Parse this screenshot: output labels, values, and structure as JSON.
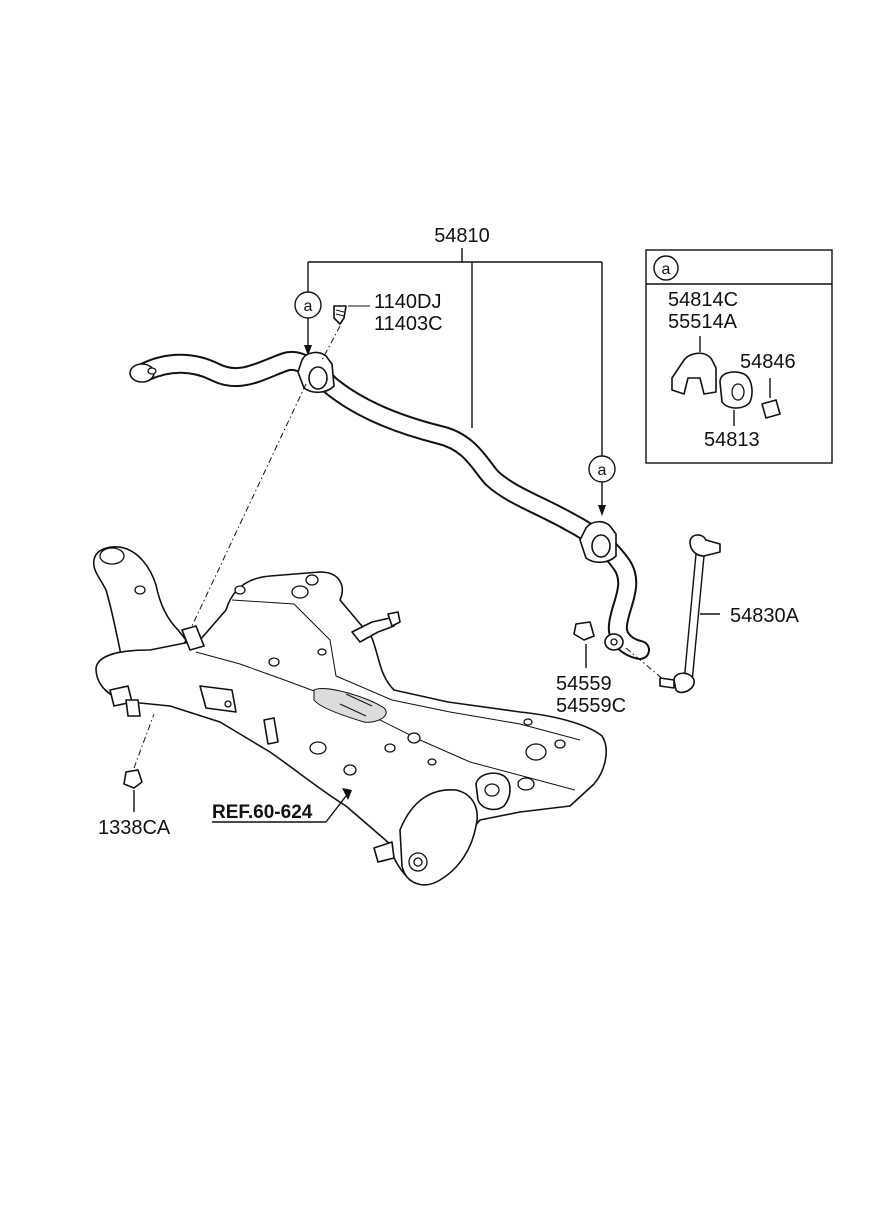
{
  "labels": {
    "stabilizer_bar": "54810",
    "bolt_a": "1140DJ",
    "bolt_b": "11403C",
    "bracket_a": "54814C",
    "bracket_b": "55514A",
    "cap": "54846",
    "bushing": "54813",
    "link": "54830A",
    "nut_a": "54559",
    "nut_b": "54559C",
    "frame_nut": "1338CA",
    "reference": "REF.60-624"
  },
  "callouts": {
    "detail_marker": "a",
    "left_marker": "a",
    "right_marker": "a"
  }
}
